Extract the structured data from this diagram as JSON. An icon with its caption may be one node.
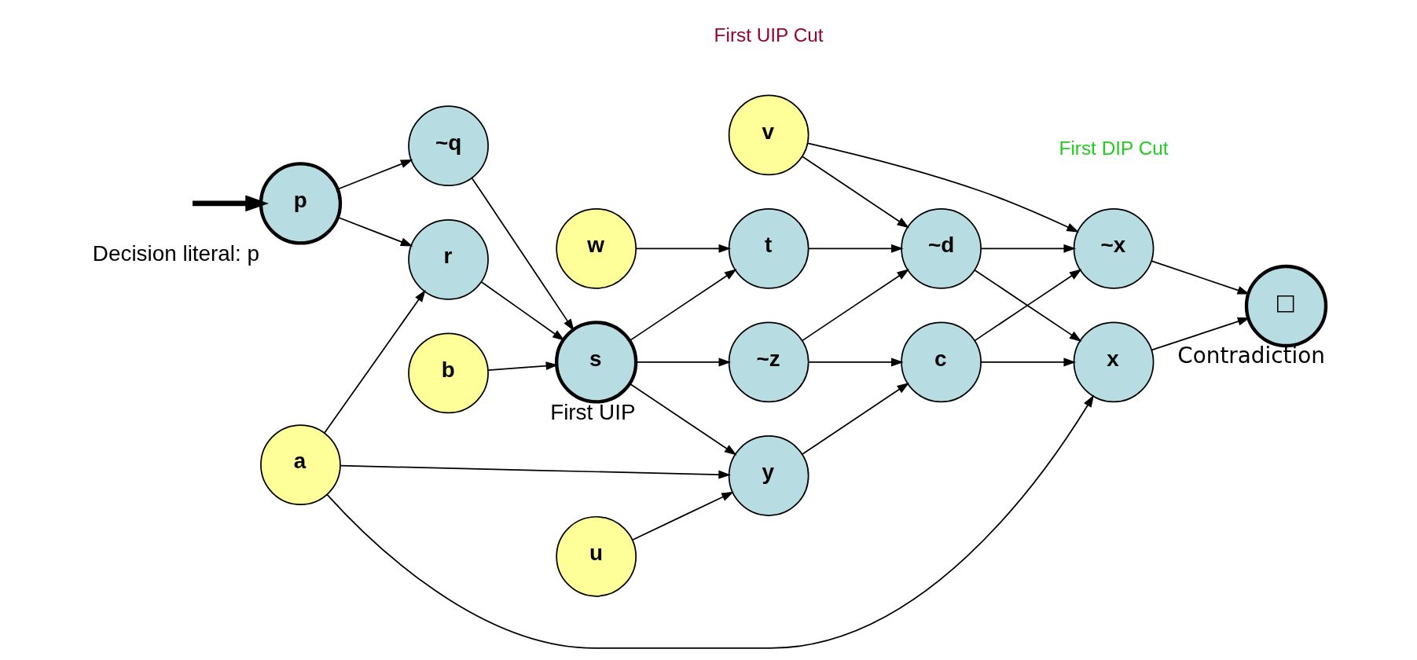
{
  "diagram": {
    "nodes": [
      {
        "text": [
          "p"
        ],
        "beside": [
          "Decision literal: p"
        ]
      },
      {
        "text": [
          "~q"
        ]
      },
      {
        "text": [
          "r"
        ]
      },
      {
        "text": [
          "a"
        ]
      },
      {
        "text": [
          "b"
        ]
      },
      {
        "text": [
          "s"
        ],
        "beside": [
          "First UIP"
        ]
      },
      {
        "text": [
          "w"
        ]
      },
      {
        "text": [
          "u"
        ]
      },
      {
        "text": [
          "t"
        ]
      },
      {
        "text": [
          "~z"
        ]
      },
      {
        "text": [
          "y"
        ]
      },
      {
        "text": [
          "v"
        ]
      },
      {
        "text": [
          "~d"
        ]
      },
      {
        "text": [
          "c"
        ]
      },
      {
        "text": [
          "~x"
        ]
      },
      {
        "text": [
          "x"
        ]
      },
      {
        "text": [
          "□"
        ],
        "beside": [
          "Contradiction"
        ]
      }
    ],
    "edges": [
      {
        "from": null,
        "to": 0,
        "arrow": "to",
        "style": "thick"
      },
      {
        "from": 0,
        "to": 1,
        "arrow": "to"
      },
      {
        "from": 0,
        "to": 2,
        "arrow": "to"
      },
      {
        "from": 3,
        "to": 2,
        "arrow": "to"
      },
      {
        "from": 4,
        "to": 5,
        "arrow": "to"
      },
      {
        "from": 1,
        "to": 5,
        "arrow": "to"
      },
      {
        "from": 2,
        "to": 5,
        "arrow": "to"
      },
      {
        "from": 5,
        "to": 8,
        "arrow": "to"
      },
      {
        "from": 5,
        "to": 9,
        "arrow": "to"
      },
      {
        "from": 5,
        "to": 10,
        "arrow": "to"
      },
      {
        "from": 6,
        "to": 8,
        "arrow": "to"
      },
      {
        "from": 7,
        "to": 10,
        "arrow": "to"
      },
      {
        "from": 3,
        "to": 10,
        "arrow": "to"
      },
      {
        "from": 3,
        "to": 15,
        "arrow": "to"
      },
      {
        "from": 11,
        "to": 12,
        "arrow": "to"
      },
      {
        "from": 11,
        "to": 14,
        "arrow": "to"
      },
      {
        "from": 8,
        "to": 12,
        "arrow": "to"
      },
      {
        "from": 9,
        "to": 12,
        "arrow": "to"
      },
      {
        "from": 9,
        "to": 13,
        "arrow": "to"
      },
      {
        "from": 10,
        "to": 13,
        "arrow": "to"
      },
      {
        "from": 12,
        "to": 14,
        "arrow": "to"
      },
      {
        "from": 12,
        "to": 15,
        "arrow": "to"
      },
      {
        "from": 13,
        "to": 14,
        "arrow": "to"
      },
      {
        "from": 13,
        "to": 15,
        "arrow": "to"
      },
      {
        "from": 14,
        "to": 16,
        "arrow": "to"
      },
      {
        "from": 15,
        "to": 16,
        "arrow": "to"
      }
    ],
    "labels": [
      "First UIP Cut",
      "First DIP Cut"
    ]
  }
}
